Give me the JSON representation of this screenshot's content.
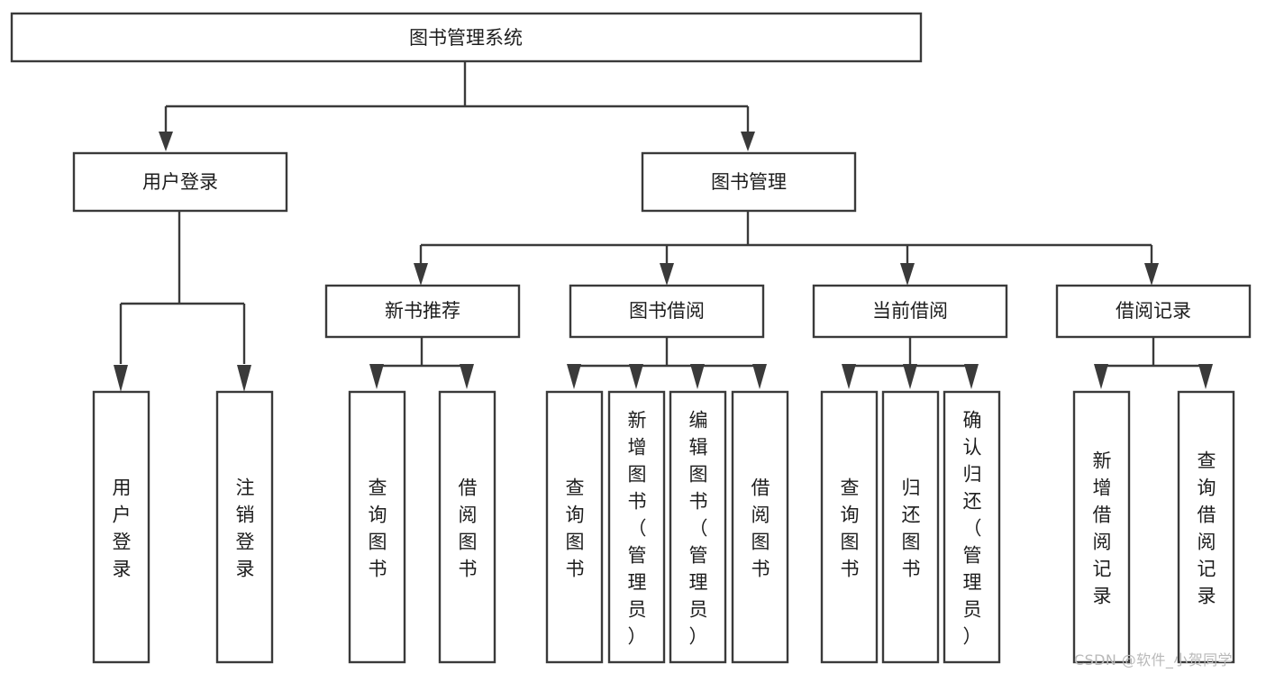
{
  "diagram": {
    "title_node": {
      "label": "图书管理系统"
    },
    "level2": [
      {
        "label": "用户登录"
      },
      {
        "label": "图书管理"
      }
    ],
    "level3": [
      {
        "label": "新书推荐"
      },
      {
        "label": "图书借阅"
      },
      {
        "label": "当前借阅"
      },
      {
        "label": "借阅记录"
      }
    ],
    "leaves": [
      {
        "label": "用户登录"
      },
      {
        "label": "注销登录"
      },
      {
        "label": "查询图书"
      },
      {
        "label": "借阅图书"
      },
      {
        "label": "查询图书"
      },
      {
        "label": "新增图书（管理员）"
      },
      {
        "label": "编辑图书（管理员）"
      },
      {
        "label": "借阅图书"
      },
      {
        "label": "查询图书"
      },
      {
        "label": "归还图书"
      },
      {
        "label": "确认归还（管理员）"
      },
      {
        "label": "新增借阅记录"
      },
      {
        "label": "查询借阅记录"
      }
    ],
    "colors": {
      "stroke": "#3a3a3a",
      "text": "#1d1d1d",
      "background": "#ffffff",
      "watermark": "#b9b9b9"
    }
  },
  "watermark": {
    "text": "CSDN @软件_小贺同学"
  }
}
